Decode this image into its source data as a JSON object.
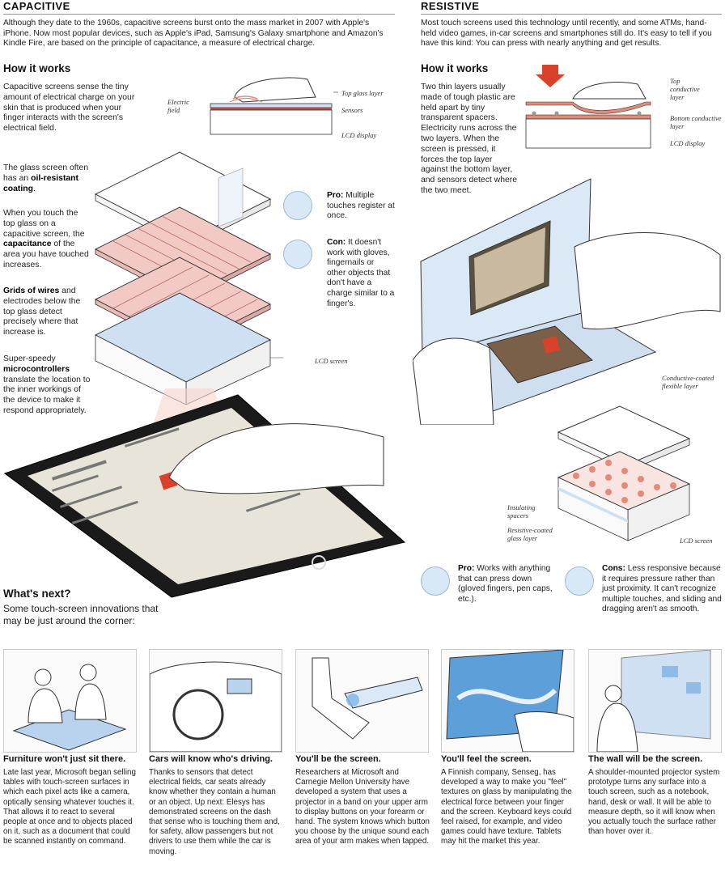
{
  "capacitive": {
    "title": "CAPACITIVE",
    "intro": "Although they date to the 1960s, capacitive screens burst onto the mass market in 2007 with Apple's iPhone. Now most popular devices, such as Apple's iPad, Samsung's Galaxy smartphone and Amazon's Kindle Fire, are based on the principle of capacitance, a measure of electrical charge.",
    "how_title": "How it works",
    "how_text": "Capacitive screens sense the tiny amount of electrical charge on your skin that is produced when your finger interacts with the screen's electrical field.",
    "labels": {
      "electric_field": "Electric field",
      "top_glass": "Top glass layer",
      "sensors": "Sensors",
      "lcd_display": "LCD display",
      "lcd_screen": "LCD screen"
    },
    "steps": {
      "glass_a": "The glass screen often has an ",
      "glass_b": "oil-resistant coating",
      "glass_c": ".",
      "touch_a": "When you touch the top glass on a capacitive screen, the ",
      "touch_b": "capacitance",
      "touch_c": " of the area you have touched increases.",
      "grid_a": "Grids of wires",
      "grid_b": " and electrodes below the top glass detect precisely where that increase is.",
      "micro_a": "Super-speedy ",
      "micro_b": "microcontrollers",
      "micro_c": " translate the location to the inner workings of the device to make it respond appropriately."
    },
    "pro_label": "Pro:",
    "pro_text": " Multiple touches register at once.",
    "con_label": "Con:",
    "con_text": " It doesn't work with gloves, fingernails or other objects that don't have a charge similar to a finger's."
  },
  "resistive": {
    "title": "RESISTIVE",
    "intro": "Most touch screens used this technology until recently, and some ATMs, hand-held video games, in-car screens and smartphones still do. It's easy to tell if you have this kind: You can press with nearly anything and get results.",
    "how_title": "How it works",
    "how_text": "Two thin layers usually made of tough plastic are held apart by tiny transparent spacers. Electricity runs across the two layers. When the screen is pressed, it forces the top layer against the bottom layer, and sensors detect where the two meet.",
    "labels": {
      "top_conductive": "Top conductive layer",
      "bottom_conductive": "Bottom conductive layer",
      "lcd_display": "LCD display",
      "flexible": "Conductive-coated flexible layer",
      "spacers": "Insulating spacers",
      "glass": "Resistive-coated glass layer",
      "lcd_screen": "LCD screen"
    },
    "pro_label": "Pro:",
    "pro_text": " Works with anything that can press down (gloved fingers, pen caps, etc.).",
    "con_label": "Cons:",
    "con_text": " Less responsive because it requires pressure rather than just proximity. It can't recognize multiple touches, and sliding and dragging aren't as smooth."
  },
  "whats_next": {
    "title": "What's next?",
    "subtitle": "Some touch-screen innovations that may be just around the corner:"
  },
  "innovations": [
    {
      "title": "Furniture won't just sit there.",
      "text": "Late last year, Microsoft began selling tables with touch-screen surfaces in which each pixel acts like a camera, optically sensing whatever touches it. That allows it to react to several people at once and to objects placed on it, such as a document that could be scanned instantly on command."
    },
    {
      "title": "Cars will know who's driving.",
      "text": "Thanks to sensors that detect electrical fields, car seats already know whether they contain a human or an object. Up next: Elesys has demonstrated screens on the dash that sense who is touching them and, for safety, allow passengers but not drivers to use them while the car is moving."
    },
    {
      "title": "You'll be the screen.",
      "text": "Researchers at Microsoft and Carnegie Mellon University have developed a system that uses a projector in a band on your upper arm to display buttons on your forearm or hand. The system knows which button you choose by the unique sound each area of your arm makes when tapped."
    },
    {
      "title": "You'll feel the screen.",
      "text": "A Finnish company, Senseg, has developed a way to make you \"feel\" textures on glass by manipulating the electrical force between your finger and the screen. Keyboard keys could feel raised, for example, and video games could have texture. Tablets may hit the market this year."
    },
    {
      "title": "The wall will be the screen.",
      "text": "A shoulder-mounted projector system prototype turns any surface into a touch screen, such as a notebook, hand, desk or wall. It will be able to measure depth, so it will know when you actually touch the surface rather than hover over it."
    }
  ],
  "colors": {
    "accent_red": "#d9412b",
    "layer_pink": "#f2c9c4",
    "glass_blue": "#cfe0f2",
    "lcd_blue": "#bcd4ee"
  }
}
